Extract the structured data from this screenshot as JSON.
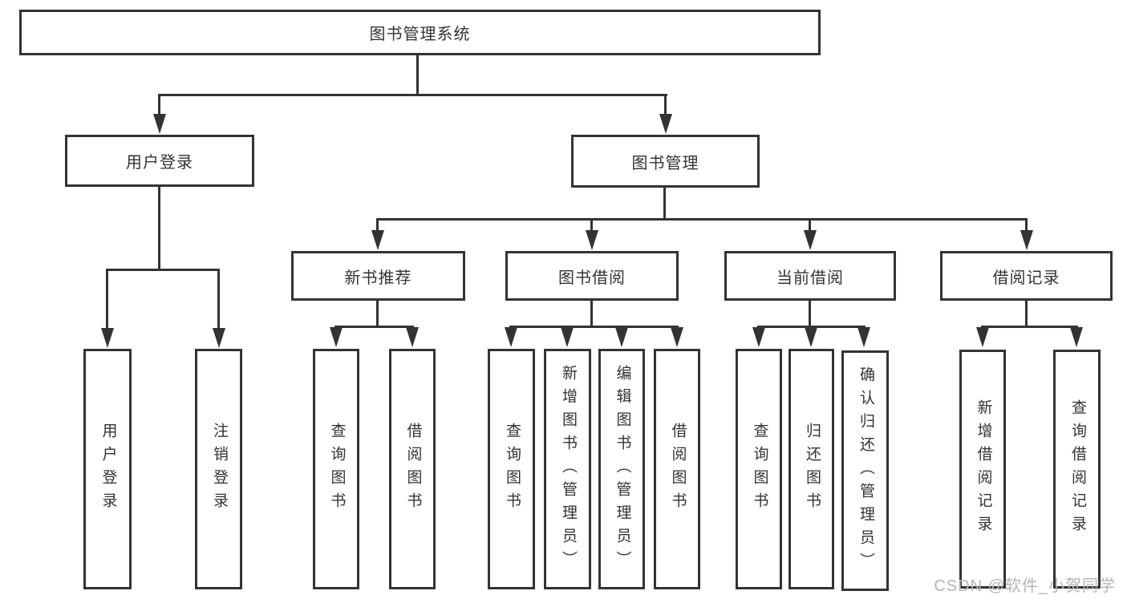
{
  "diagram": {
    "title": "图书管理系统",
    "level2": [
      {
        "label": "用户登录",
        "children": [
          {
            "label": "用户登录"
          },
          {
            "label": "注销登录"
          }
        ]
      },
      {
        "label": "图书管理",
        "children": [
          {
            "label": "新书推荐",
            "children": [
              {
                "label": "查询图书"
              },
              {
                "label": "借阅图书"
              }
            ]
          },
          {
            "label": "图书借阅",
            "children": [
              {
                "label": "查询图书"
              },
              {
                "label": "新增图书（管理员）"
              },
              {
                "label": "编辑图书（管理员）"
              },
              {
                "label": "借阅图书"
              }
            ]
          },
          {
            "label": "当前借阅",
            "children": [
              {
                "label": "查询图书"
              },
              {
                "label": "归还图书"
              },
              {
                "label": "确认归还（管理员）"
              }
            ]
          },
          {
            "label": "借阅记录",
            "children": [
              {
                "label": "新增借阅记录"
              },
              {
                "label": "查询借阅记录"
              }
            ]
          }
        ]
      }
    ]
  },
  "watermark": {
    "text": "CSDN @软件_小贺同学"
  },
  "colors": {
    "line": "#333333",
    "text": "#333333",
    "watermark": "#b5b5b5",
    "background": "#ffffff"
  }
}
